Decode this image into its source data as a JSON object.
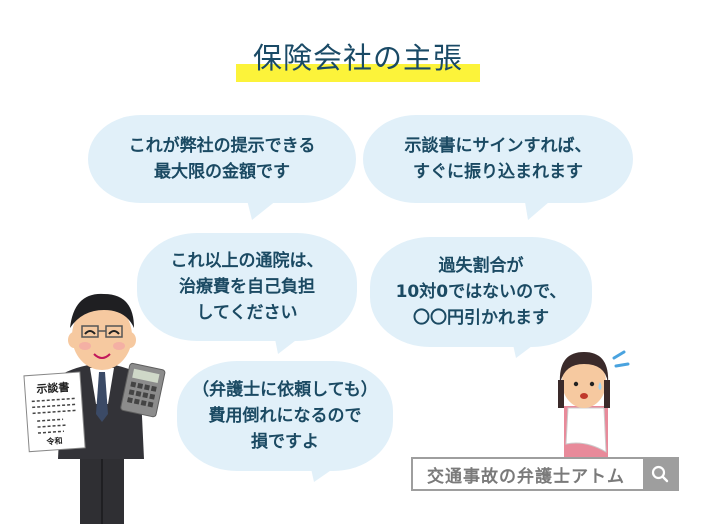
{
  "title": "保険会社の主張",
  "colors": {
    "title_text": "#1a4a66",
    "title_highlight": "#fcf33a",
    "bubble_fill": "#e1f0f9",
    "bubble_text": "#1b4a63",
    "search_border": "#9e9e9e"
  },
  "bubbles": [
    {
      "lines": [
        "これが弊社の提示できる",
        "最大限の金額です"
      ]
    },
    {
      "lines": [
        "示談書にサインすれば、",
        "すぐに振り込まれます"
      ]
    },
    {
      "lines": [
        "これ以上の通院は、",
        "治療費を自己負担",
        "してください"
      ]
    },
    {
      "lines": [
        "過失割合が",
        "10対0ではないので、",
        "〇〇円引かれます"
      ]
    },
    {
      "lines": [
        "（弁護士に依頼しても）",
        "費用倒れになるので",
        "損ですよ"
      ]
    }
  ],
  "illustrations": {
    "agent": {
      "document_title": "示談書",
      "document_footer": "令和"
    },
    "victim": {}
  },
  "search": {
    "text": "交通事故の弁護士アトム",
    "icon": "search-icon"
  }
}
